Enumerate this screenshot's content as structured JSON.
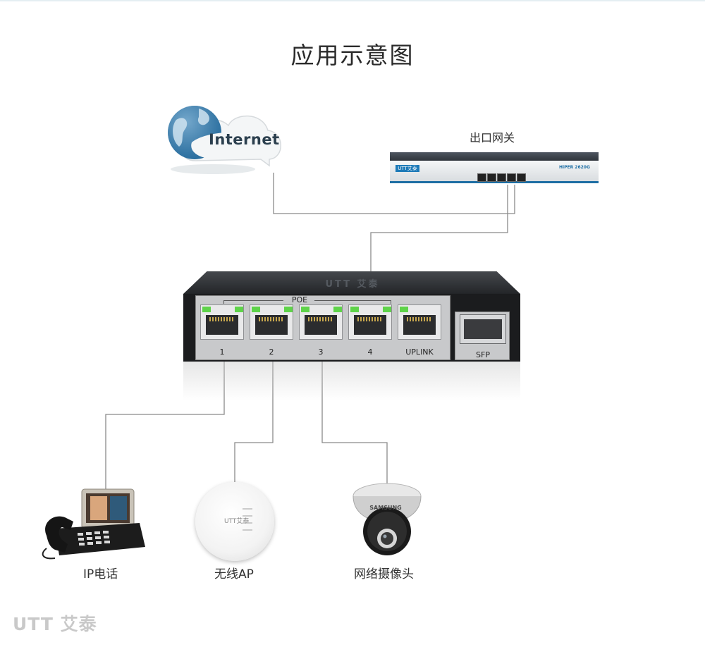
{
  "title": "应用示意图",
  "internet": {
    "label": "Internet"
  },
  "gateway": {
    "label": "出口网关",
    "brand": "UTT艾泰",
    "model": "HiPER 2620G"
  },
  "switch": {
    "logo": "UTT 艾泰",
    "poe_label": "POE",
    "ports": [
      "1",
      "2",
      "3",
      "4",
      "UPLINK"
    ],
    "sfp_label": "SFP"
  },
  "devices": {
    "phone": "IP电话",
    "ap": "无线AP",
    "ap_brand": "UTT艾泰",
    "camera": "网络摄像头",
    "camera_brand": "SAMSUNG"
  },
  "footer": {
    "logo": "UTT 艾泰"
  },
  "colors": {
    "wire": "#8a8a8a",
    "led": "#5fd34a",
    "accent": "#1d6ea4"
  }
}
